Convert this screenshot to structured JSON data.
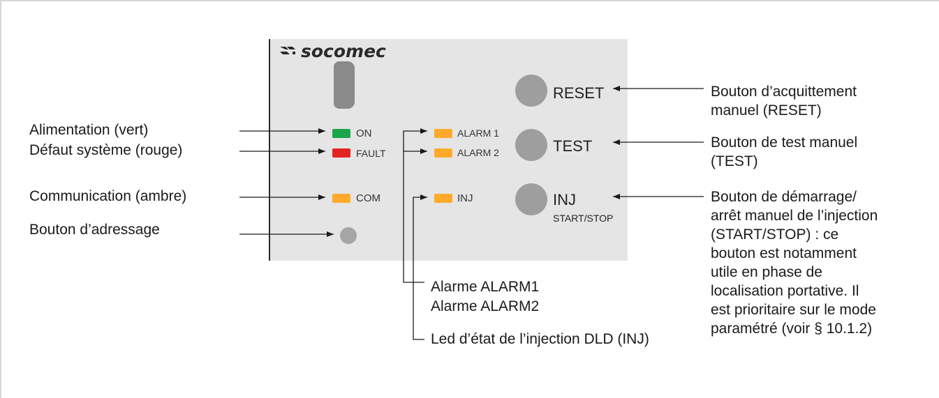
{
  "brand": {
    "name": "socomec",
    "logo_icon": "socomec-logo-icon"
  },
  "colors": {
    "panel": "#e5e5e5",
    "green": "#1aa64a",
    "red": "#e32321",
    "amber": "#ffaa2a",
    "button": "#9e9e9e"
  },
  "panel": {
    "leds": {
      "on": {
        "label": "ON",
        "color": "#1aa64a"
      },
      "fault": {
        "label": "FAULT",
        "color": "#e32321"
      },
      "com": {
        "label": "COM",
        "color": "#ffaa2a"
      },
      "alarm1": {
        "label": "ALARM 1",
        "color": "#ffaa2a"
      },
      "alarm2": {
        "label": "ALARM 2",
        "color": "#ffaa2a"
      },
      "inj": {
        "label": "INJ",
        "color": "#ffaa2a"
      }
    },
    "buttons": {
      "reset": {
        "label": "RESET"
      },
      "test": {
        "label": "TEST"
      },
      "inj": {
        "label": "INJ",
        "sublabel": "START/STOP"
      }
    }
  },
  "callouts_left": {
    "power": "Alimentation (vert)",
    "fault": "Défaut système (rouge)",
    "com": "Communication (ambre)",
    "address": "Bouton d’adressage"
  },
  "callouts_bottom": {
    "alarm1": "Alarme ALARM1",
    "alarm2": "Alarme ALARM2",
    "inj_led": "Led d’état de l’injection DLD (INJ)"
  },
  "callouts_right": {
    "reset": [
      "Bouton d’acquittement",
      "manuel (RESET)"
    ],
    "test": [
      "Bouton de test manuel",
      "(TEST)"
    ],
    "inj": [
      "Bouton de démarrage/",
      "arrêt manuel de l’injection",
      "(START/STOP) : ce",
      "bouton est notamment",
      "utile en phase de",
      "localisation portative. Il",
      "est prioritaire sur le mode",
      "paramétré (voir § 10.1.2)"
    ]
  }
}
